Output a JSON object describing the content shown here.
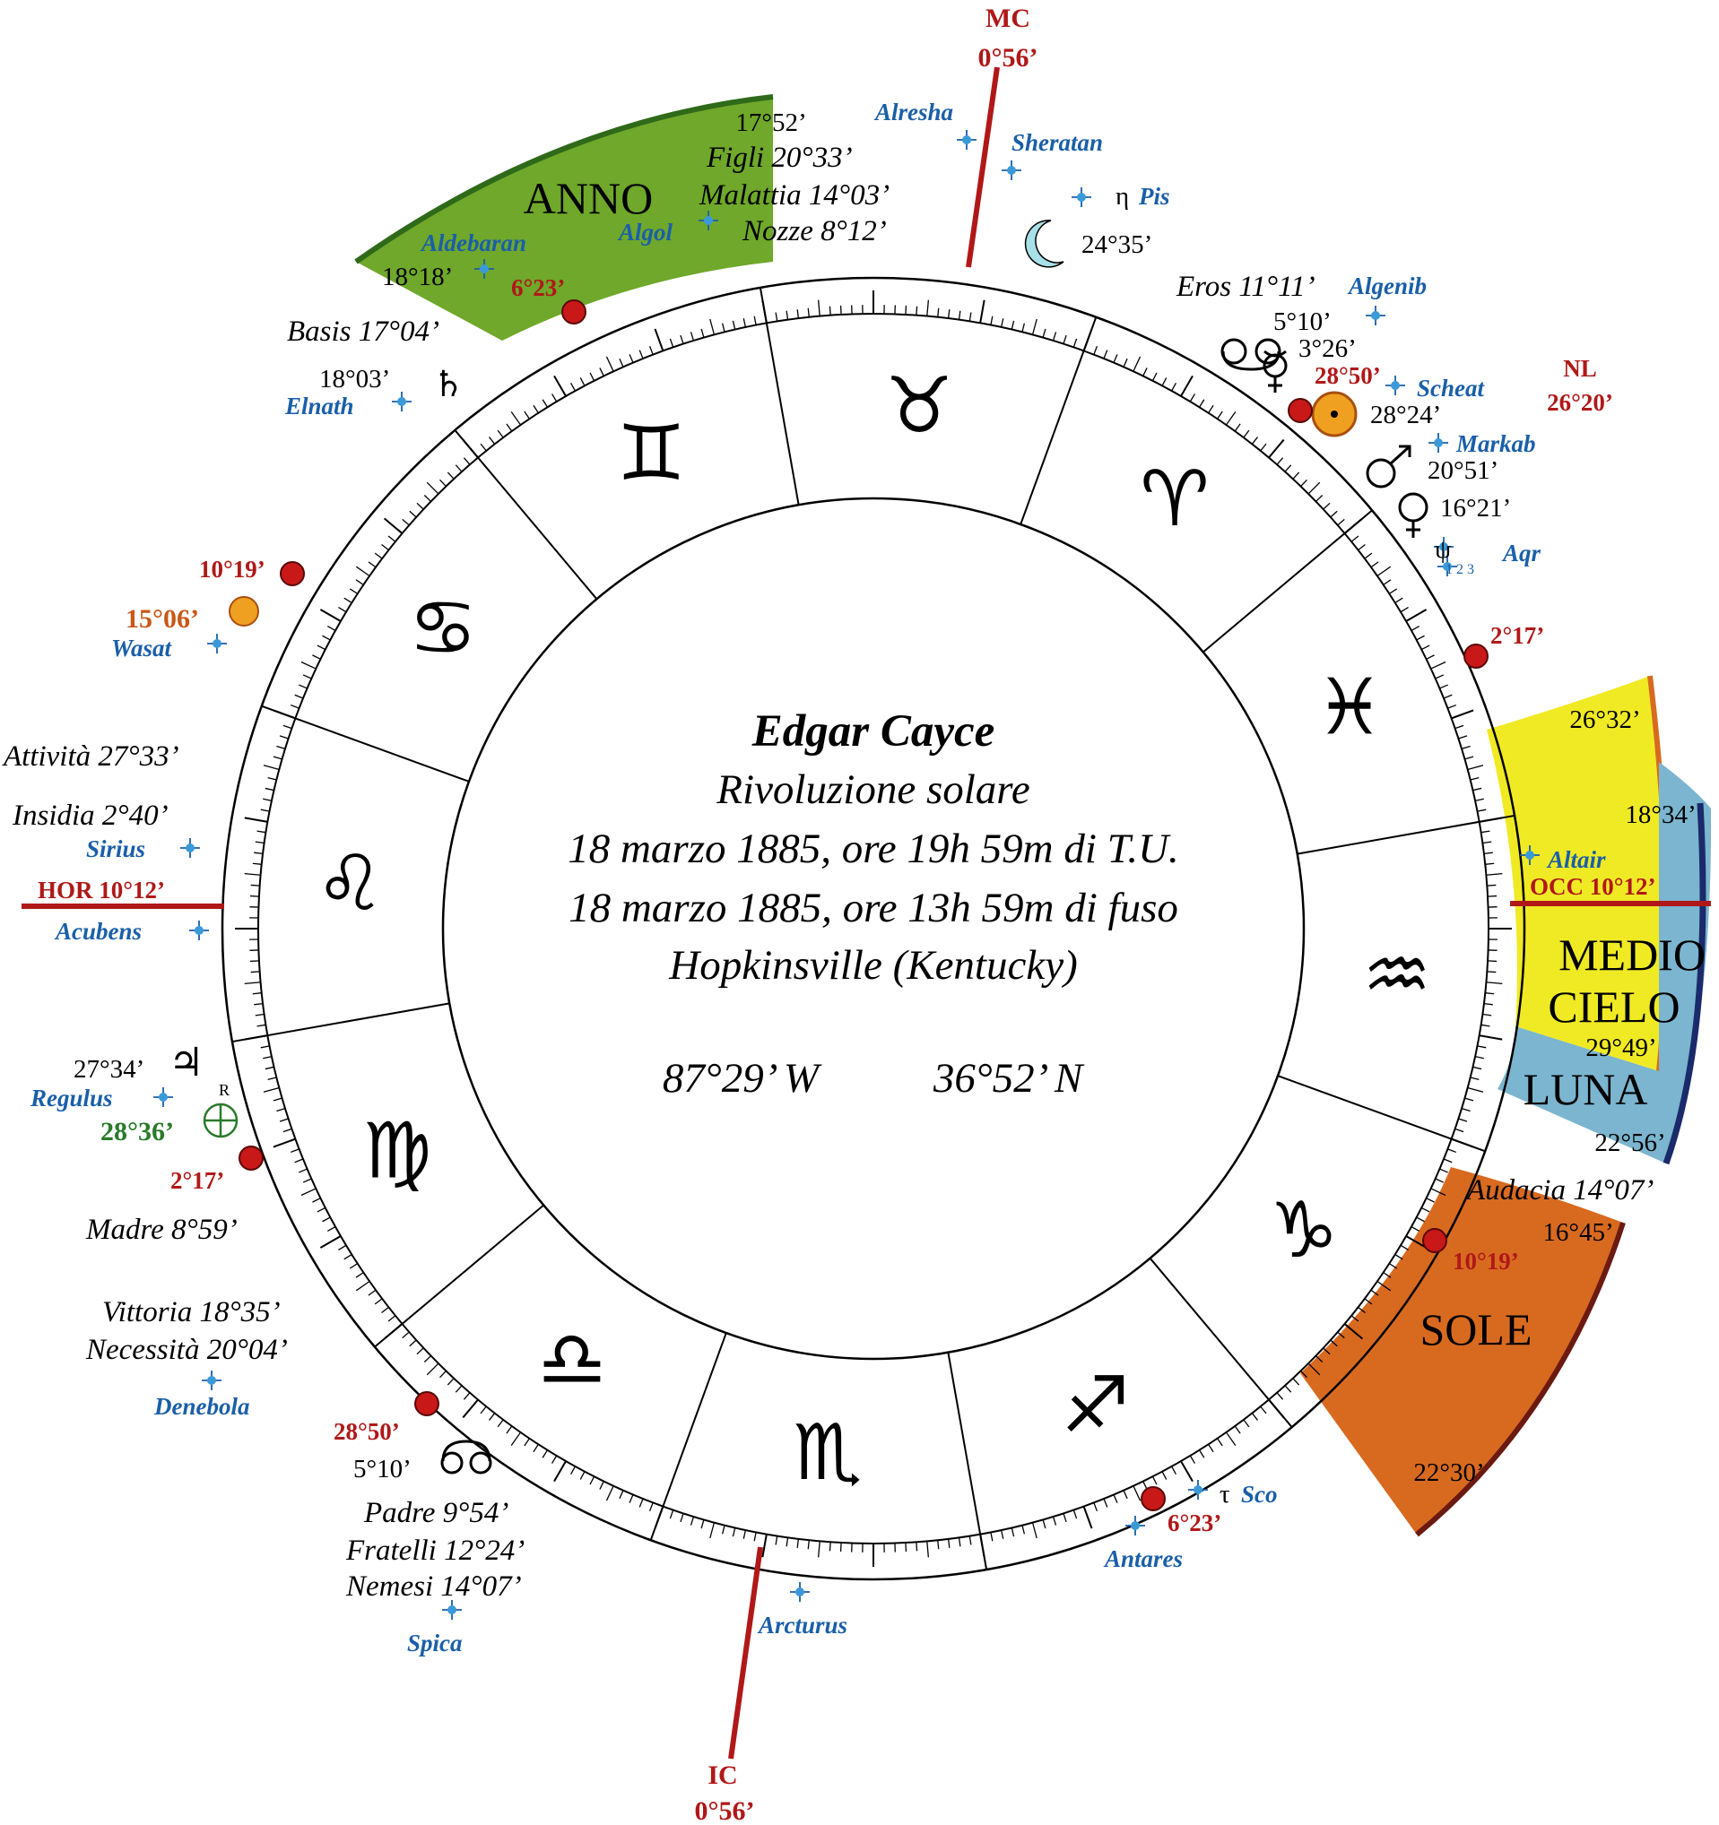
{
  "center": {
    "name": "Edgar Cayce",
    "subtitle": "Rivoluzione solare",
    "line_tu": "18 marzo 1885, ore 19h 59m di T.U.",
    "line_fuso": "18 marzo 1885, ore 13h 59m di fuso",
    "place": "Hopkinsville (Kentucky)",
    "longitude": "87°29’ W",
    "latitude": "36°52’ N"
  },
  "axes": {
    "mc_label": "MC",
    "mc_degree": "0°56’",
    "ic_label": "IC",
    "ic_degree": "0°56’",
    "hor": "HOR 10°12’",
    "occ": "OCC 10°12’",
    "nl_label": "NL",
    "nl_degree": "26°20’"
  },
  "zodiac": [
    {
      "name": "Aries",
      "glyph": "♈"
    },
    {
      "name": "Taurus",
      "glyph": "♉"
    },
    {
      "name": "Gemini",
      "glyph": "♊"
    },
    {
      "name": "Cancer",
      "glyph": "♋"
    },
    {
      "name": "Leo",
      "glyph": "♌"
    },
    {
      "name": "Virgo",
      "glyph": "♍"
    },
    {
      "name": "Libra",
      "glyph": "♎"
    },
    {
      "name": "Scorpio",
      "glyph": "♏"
    },
    {
      "name": "Sagittarius",
      "glyph": "♐"
    },
    {
      "name": "Capricorn",
      "glyph": "♑"
    },
    {
      "name": "Aquarius",
      "glyph": "♒"
    },
    {
      "name": "Pisces",
      "glyph": "♓"
    }
  ],
  "sectors": {
    "anno": {
      "label": "ANNO",
      "color": "#6fa82a",
      "edge": "#2f6a1a",
      "deg_inner": "17°52’"
    },
    "medio_cielo": {
      "label1": "MEDIO",
      "label2": "CIELO",
      "color": "#f0ea24",
      "deg_top": "26°32’",
      "deg_bottom": "29°49’"
    },
    "luna": {
      "label": "LUNA",
      "color": "#7bb5cf",
      "edge": "#1a2a6a",
      "deg_top": "18°34’",
      "deg_bottom": "22°56’"
    },
    "sole": {
      "label": "SOLE",
      "color": "#d86a20",
      "edge": "#6a1a10",
      "deg_top": "16°45’",
      "deg_bottom": "22°30’"
    }
  },
  "lots": {
    "figli": "Figli 20°33’",
    "malattia": "Malattia 14°03’",
    "nozze": "Nozze 8°12’",
    "eros": "Eros 11°11’",
    "basis": "Basis 17°04’",
    "attivita": "Attività 27°33’",
    "insidia": "Insidia 2°40’",
    "madre": "Madre 8°59’",
    "vittoria": "Vittoria 18°35’",
    "necessita": "Necessità 20°04’",
    "padre": "Padre 9°54’",
    "fratelli": "Fratelli 12°24’",
    "nemesi": "Nemesi 14°07’",
    "audacia": "Audacia 14°07’"
  },
  "stars": {
    "alresha": "Alresha",
    "sheratan": "Sheratan",
    "eta_pis_greek": "η",
    "eta_pis": "Pis",
    "algol": "Algol",
    "aldebaran": "Aldebaran",
    "elnath": "Elnath",
    "algenib": "Algenib",
    "scheat": "Scheat",
    "markab": "Markab",
    "psi_greek": "ψ",
    "psi_sub": "1 2 3",
    "psi_name": "Aqr",
    "wasat": "Wasat",
    "sirius": "Sirius",
    "acubens": "Acubens",
    "regulus": "Regulus",
    "denebola": "Denebola",
    "spica": "Spica",
    "arcturus": "Arcturus",
    "antares": "Antares",
    "tau_sco_greek": "τ",
    "tau_sco": "Sco",
    "altair": "Altair"
  },
  "planets": {
    "moon_deg": "24°35’",
    "node_deg": "5°10’",
    "mercury_deg": "3°26’",
    "sun_deg": "28°24’",
    "mars_deg": "20°51’",
    "venus_deg": "16°21’",
    "saturn_deg": "18°03’",
    "aldebaran_deg": "18°18’",
    "fortune_sun_deg": "15°06’",
    "jupiter_deg": "27°34’",
    "jupiter_retro": "R",
    "pof_deg": "28°36’",
    "south_node_deg": "5°10’"
  },
  "red_points": {
    "p1": "6°23’",
    "p2": "28°50’",
    "p3": "2°17’",
    "p4": "10°19’",
    "p5": "2°17’",
    "p6": "10°19’",
    "p7": "28°50’",
    "p8": "6°23’"
  },
  "colors": {
    "axis_red": "#b01818",
    "star_blue": "#1a5fa8",
    "dot_red": "#c81818",
    "pof_green": "#2a7a2a"
  }
}
